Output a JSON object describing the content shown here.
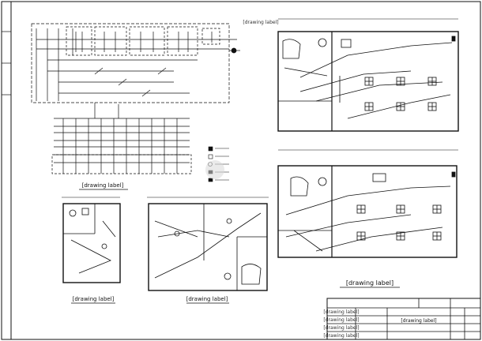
{
  "drawing": {
    "title_panel_1": "[drawing label]",
    "title_panel_2": "[drawing label]",
    "title_panel_3": "[drawing label]",
    "title_panel_4": "[drawing label]",
    "title_panel_5": "[drawing label]"
  },
  "watermark": {
    "text_primary": "",
    "text_secondary": ""
  },
  "title_block": {
    "row_labels": [
      "[drawing label]",
      "[drawing label]",
      "[drawing label]",
      "[drawing label]"
    ],
    "main_title": "[drawing label]",
    "sheet_no": "",
    "scale": ""
  },
  "colors": {
    "line": "#111111",
    "accent": "#111111",
    "watermark": "#cfcfcf"
  },
  "icons": [
    "lamp-symbol-icon",
    "socket-symbol-icon",
    "switch-symbol-icon",
    "panel-symbol-icon"
  ]
}
